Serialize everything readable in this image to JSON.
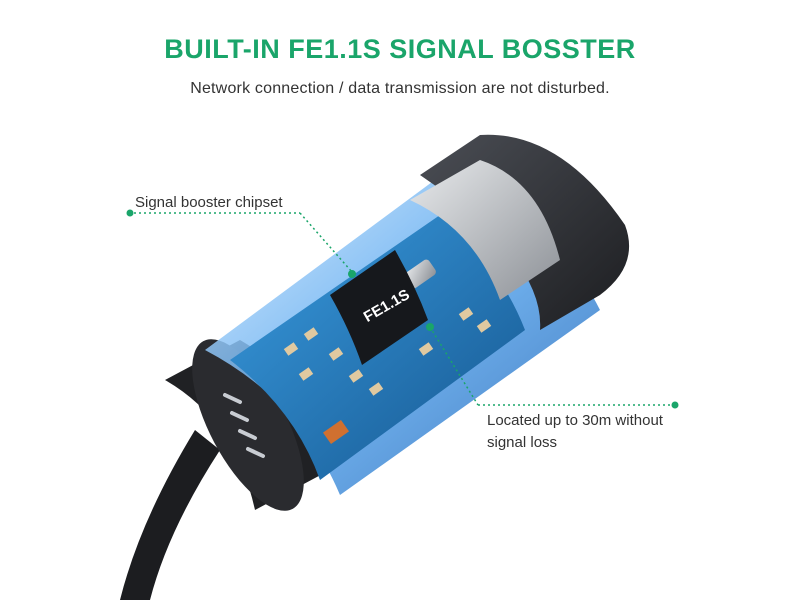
{
  "header": {
    "title": "BUILT-IN FE1.1S SIGNAL BOSSTER",
    "subtitle": "Network connection / data transmission are not disturbed."
  },
  "callouts": {
    "left": "Signal booster chipset",
    "right_line1": "Located up to 30m without",
    "right_line2": "signal loss"
  },
  "chip": {
    "label": "FE1.1S"
  },
  "colors": {
    "accent": "#1aa56a",
    "board": "#1f7fc8",
    "connector_dark": "#2b2d31"
  }
}
